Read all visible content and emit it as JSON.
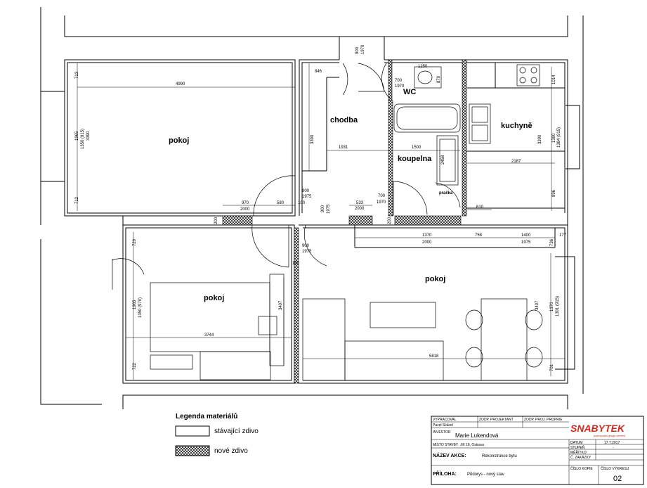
{
  "rooms": {
    "pokoj_top_left": "pokoj",
    "chodba": "chodba",
    "wc": "WC",
    "koupelna": "koupelna",
    "pracka": "pračka",
    "kuchyne": "kuchyně",
    "pokoj_bottom_left": "pokoj",
    "pokoj_bottom_right": "pokoj"
  },
  "dimensions": {
    "d4990": "4990",
    "d713": "713",
    "d1965a": "1965",
    "d1350a": "1350 (915)",
    "d3390a": "3390",
    "d712": "712",
    "d846": "846",
    "d900top": "900",
    "d1970top": "1970",
    "d1250": "1250",
    "d700wc": "700",
    "d1970wc": "1970",
    "d870": "870",
    "d3390b": "3390",
    "d1931": "1931",
    "d1500": "1500",
    "d2458": "2458",
    "d1014": "1014",
    "d3390c": "3390",
    "d1390": "1390",
    "d1384": "1384 (915)",
    "d2187": "2187",
    "d896": "896",
    "d970a": "970",
    "d2000a": "2000",
    "d580": "580",
    "d100a": "100",
    "d900b": "900",
    "d1975b": "1975",
    "d900c": "900",
    "d1975c": "1975",
    "d533": "533",
    "d2000b": "2000",
    "d700k": "700",
    "d1970k": "1970",
    "d610": "610",
    "d200a": "200",
    "d200b": "200",
    "d720": "720",
    "d900d": "900",
    "d1975d": "1975",
    "d100b": "100",
    "d1370": "1370",
    "d2000c": "2000",
    "d758": "758",
    "d1400": "1400",
    "d1975e": "1975",
    "d177": "177",
    "d736": "736",
    "d1965b": "1965",
    "d1350b": "1350 (970)",
    "d3407a": "3407",
    "d3744": "3744",
    "d722": "722",
    "d5818": "5818",
    "d3407b": "3407",
    "d1370b": "1370",
    "d1391": "1391 (915)",
    "d701": "701"
  },
  "legend": {
    "title": "Legenda materiálů",
    "existing": "stávající zdivo",
    "new": "nové zdivo"
  },
  "title_block": {
    "vypracoval_label": "VYPRACOVAL",
    "vypracoval_value": "Pavel Skácel",
    "zodp_projektant": "ZODP. PROJEKTANT",
    "zodp_proj_proveden": "ZODP. PROJ. PROPRIE",
    "investor_label": "INVESTOR",
    "investor_value": "Marie Lukendová",
    "misto_label": "MÍSTO STAVBY",
    "misto_value": "Jiří 18, Ostrava",
    "nazev_label": "NÁZEV AKCE:",
    "nazev_value": "Rekonstrukce bytu",
    "priloha_label": "PŘÍLOHA:",
    "priloha_value": "Půdorys - nový stav",
    "datum_label": "DATUM",
    "datum_value": "17.7.2017",
    "stupen_label": "STUPEŇ",
    "stupen_value": "-",
    "meritko_label": "MĚŘÍTKO",
    "c_zakazky_label": "Č. ZAKÁZKY",
    "cislo_kopie_label": "ČÍSLO KOPIE",
    "cislo_vykresu_label": "ČÍSLO VÝKRESU",
    "cislo_vykresu_value": "02",
    "logo_text": "SNABYTEK",
    "logo_tagline": "profesionální design interiérů"
  },
  "colors": {
    "line": "#000000",
    "logo_red": "#e1251b",
    "hatch": "#000000"
  }
}
